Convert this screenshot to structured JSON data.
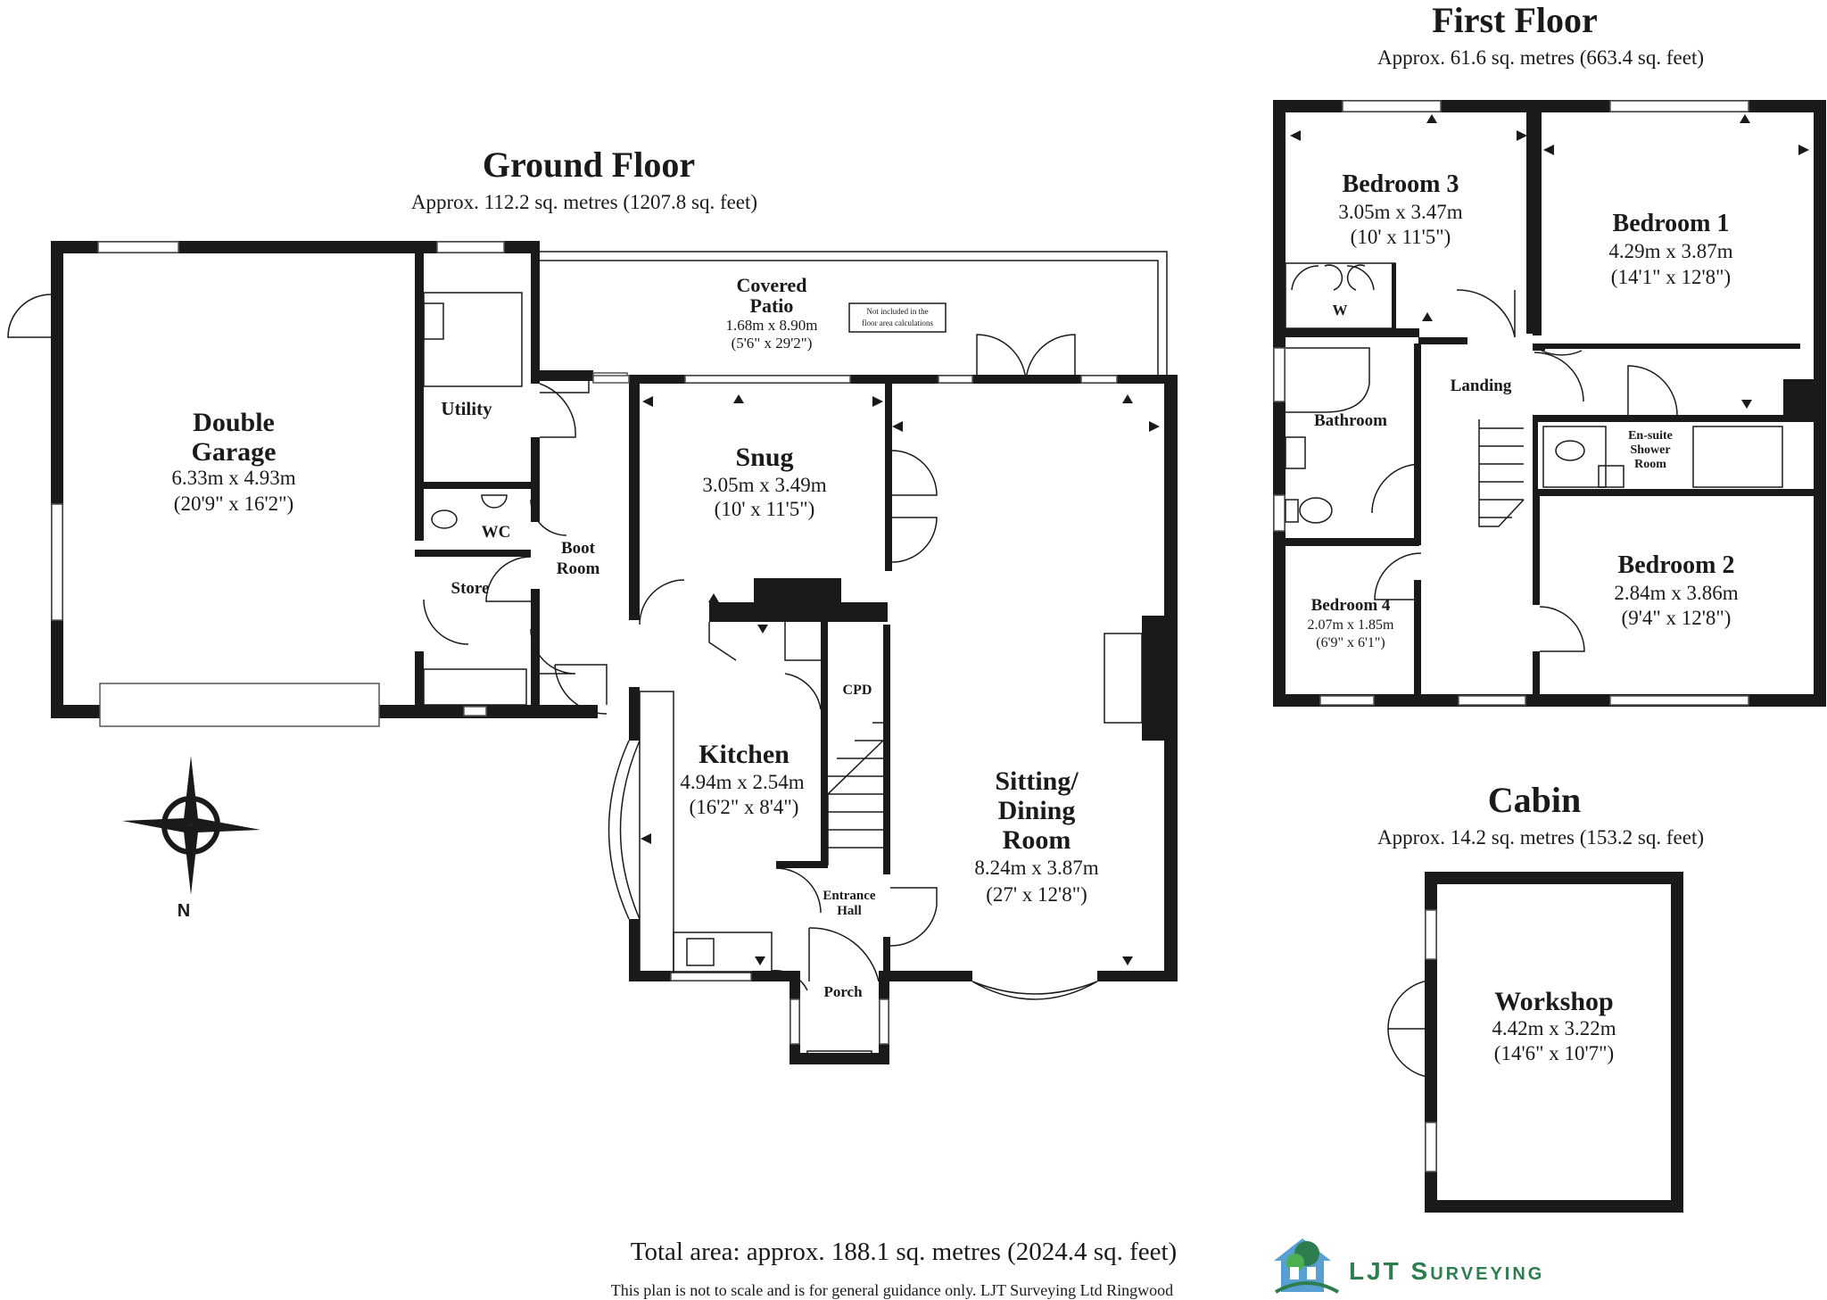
{
  "ground_floor": {
    "title": "Ground Floor",
    "area": "Approx. 112.2 sq. metres (1207.8 sq. feet)",
    "rooms": {
      "double_garage": {
        "name_line1": "Double",
        "name_line2": "Garage",
        "metric": "6.33m x 4.93m",
        "imperial": "(20'9\" x 16'2\")"
      },
      "utility": {
        "name": "Utility"
      },
      "wc": {
        "name": "WC"
      },
      "store": {
        "name": "Store"
      },
      "boot_room": {
        "name_line1": "Boot",
        "name_line2": "Room"
      },
      "covered_patio": {
        "name_line1": "Covered",
        "name_line2": "Patio",
        "metric": "1.68m x 8.90m",
        "imperial": "(5'6\" x 29'2\")",
        "note_line1": "Not included in the",
        "note_line2": "floor area calculations"
      },
      "snug": {
        "name": "Snug",
        "metric": "3.05m x 3.49m",
        "imperial": "(10' x 11'5\")"
      },
      "kitchen": {
        "name": "Kitchen",
        "metric": "4.94m x 2.54m",
        "imperial": "(16'2\" x 8'4\")"
      },
      "cpd": {
        "name": "CPD"
      },
      "entrance_hall": {
        "name_line1": "Entrance",
        "name_line2": "Hall"
      },
      "porch": {
        "name": "Porch"
      },
      "sitting_dining": {
        "name_line1": "Sitting/",
        "name_line2": "Dining",
        "name_line3": "Room",
        "metric": "8.24m x 3.87m",
        "imperial": "(27' x 12'8\")"
      }
    }
  },
  "first_floor": {
    "title": "First Floor",
    "area": "Approx. 61.6 sq. metres (663.4 sq. feet)",
    "rooms": {
      "bedroom3": {
        "name": "Bedroom 3",
        "metric": "3.05m x 3.47m",
        "imperial": "(10' x 11'5\")"
      },
      "wardrobe": {
        "name": "W"
      },
      "bedroom1": {
        "name": "Bedroom 1",
        "metric": "4.29m x 3.87m",
        "imperial": "(14'1\" x 12'8\")"
      },
      "bathroom": {
        "name": "Bathroom"
      },
      "landing": {
        "name": "Landing"
      },
      "ensuite": {
        "name_line1": "En-suite",
        "name_line2": "Shower",
        "name_line3": "Room"
      },
      "bedroom4": {
        "name": "Bedroom 4",
        "metric": "2.07m x 1.85m",
        "imperial": "(6'9\" x 6'1\")"
      },
      "bedroom2": {
        "name": "Bedroom 2",
        "metric": "2.84m x 3.86m",
        "imperial": "(9'4\" x 12'8\")"
      }
    }
  },
  "cabin": {
    "title": "Cabin",
    "area": "Approx. 14.2 sq. metres (153.2 sq. feet)",
    "rooms": {
      "workshop": {
        "name": "Workshop",
        "metric": "4.42m x 3.22m",
        "imperial": "(14'6\" x 10'7\")"
      }
    }
  },
  "compass": {
    "label": "N"
  },
  "footer": {
    "total_area": "Total area: approx. 188.1 sq. metres (2024.4 sq. feet)",
    "disclaimer": "This plan is not to scale and is for general guidance only. LJT Surveying Ltd Ringwood"
  },
  "brand": {
    "name": "LJT Surveying",
    "color_primary": "#2e7d4f",
    "color_secondary": "#3a8fc9"
  },
  "colors": {
    "wall": "#1a1a1a",
    "background": "#ffffff"
  }
}
